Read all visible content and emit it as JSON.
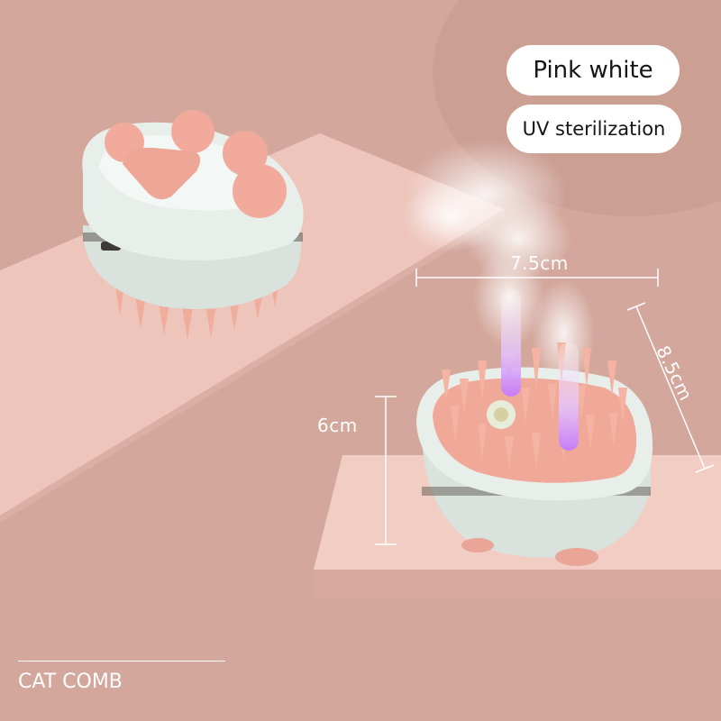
{
  "badges": {
    "color": "Pink white",
    "feature": "UV sterilization"
  },
  "dimensions": {
    "width": "7.5cm",
    "depth": "8.5cm",
    "height": "6cm"
  },
  "caption": "CAT COMB",
  "colors": {
    "background": "#d3a79c",
    "platform": "#edc5bb",
    "device_shell": "#e4ebe7",
    "bristle": "#f0ad9c",
    "uv_glow": "#c77cf4"
  },
  "icons": {
    "left_device": "paw-shaped-comb-top-view",
    "right_device": "comb-bristle-side-with-uv-light",
    "mist": "steam-cloud"
  }
}
